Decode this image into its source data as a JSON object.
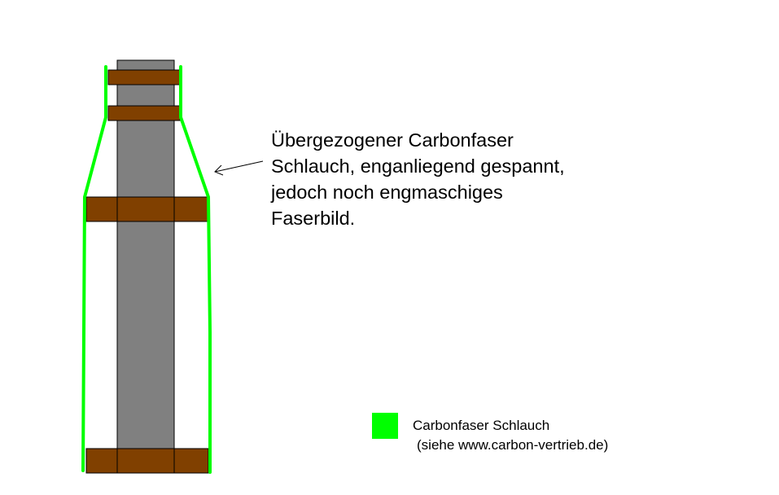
{
  "annotation": {
    "lines": [
      "Übergezogener Carbonfaser",
      "Schlauch, enganliegend gespannt,",
      "jedoch noch engmaschiges",
      "Faserbild."
    ]
  },
  "legend": {
    "label": "Carbonfaser Schlauch",
    "source": "(siehe www.carbon-vertrieb.de)",
    "swatch_color": "#00ff00"
  },
  "colors": {
    "core": "#808080",
    "ring": "#804000",
    "sleeve": "#00ff00",
    "outline": "#000000"
  },
  "icons": {
    "arrow": "arrow-pointing-left-icon"
  }
}
